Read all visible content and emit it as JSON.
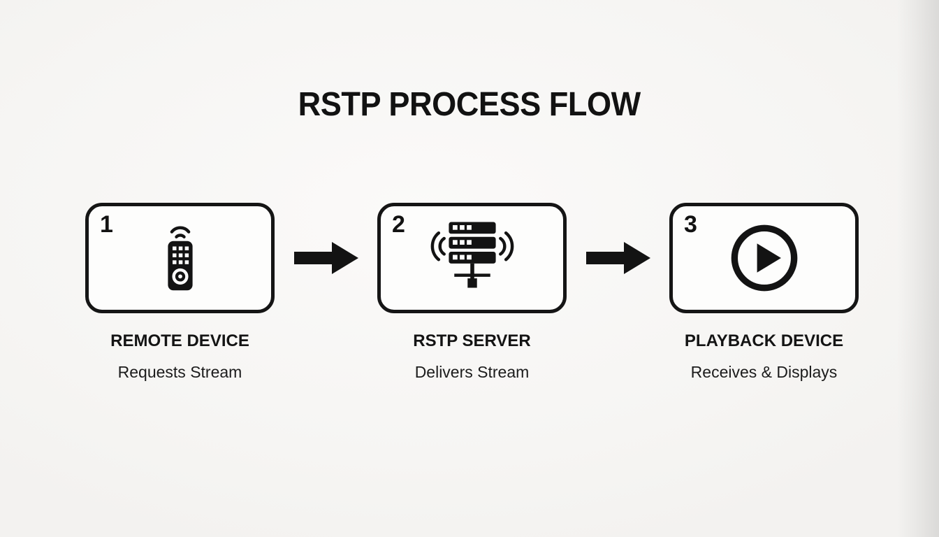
{
  "title": "RSTP PROCESS FLOW",
  "steps": [
    {
      "number": "1",
      "name": "REMOTE DEVICE",
      "subtitle": "Requests Stream",
      "icon": "remote-control-icon"
    },
    {
      "number": "2",
      "name": "RSTP SERVER",
      "subtitle": "Delivers Stream",
      "icon": "server-broadcast-icon"
    },
    {
      "number": "3",
      "name": "PLAYBACK DEVICE",
      "subtitle": "Receives & Displays",
      "icon": "play-circle-icon"
    }
  ],
  "colors": {
    "background": "#f7f6f4",
    "foreground": "#131313",
    "box_background": "#fdfdfc"
  }
}
